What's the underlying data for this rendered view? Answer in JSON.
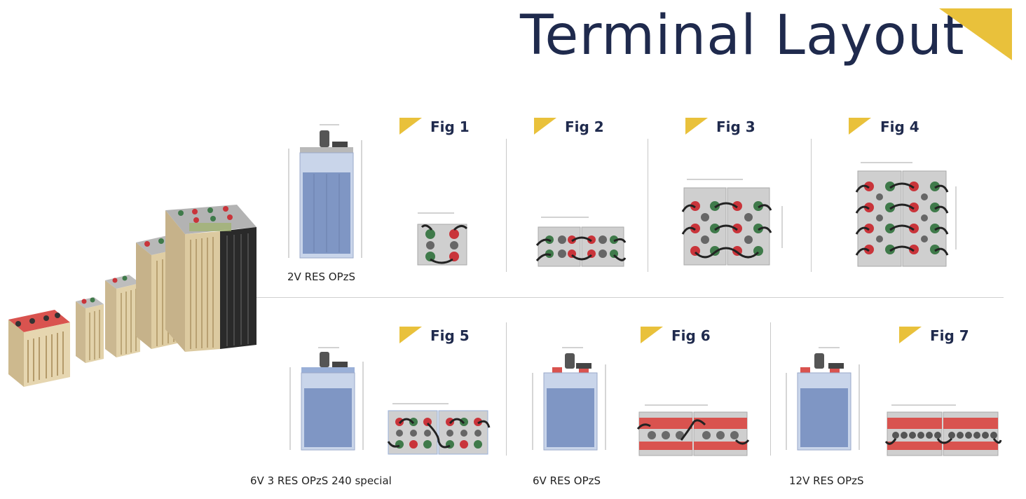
{
  "title": "Terminal Layout",
  "figures": {
    "fig1": "Fig 1",
    "fig2": "Fig 2",
    "fig3": "Fig 3",
    "fig4": "Fig 4",
    "fig5": "Fig 5",
    "fig6": "Fig 6",
    "fig7": "Fig 7"
  },
  "captions": {
    "top_left": "2V RES OPzS",
    "bottom_1": "6V 3 RES OPzS 240 special",
    "bottom_2": "6V RES OPzS",
    "bottom_3": "12V RES OPzS"
  },
  "colors": {
    "navy": "#1f2a4d",
    "accent_yellow": "#e9c13b",
    "terminal_red": "#c9343a",
    "terminal_green": "#3f7a4a",
    "cell_grey": "#c9c9c9",
    "cell_blue": "#8fa6cf"
  },
  "icons": {
    "heading_marker": "yellow-corner-flag-icon"
  }
}
